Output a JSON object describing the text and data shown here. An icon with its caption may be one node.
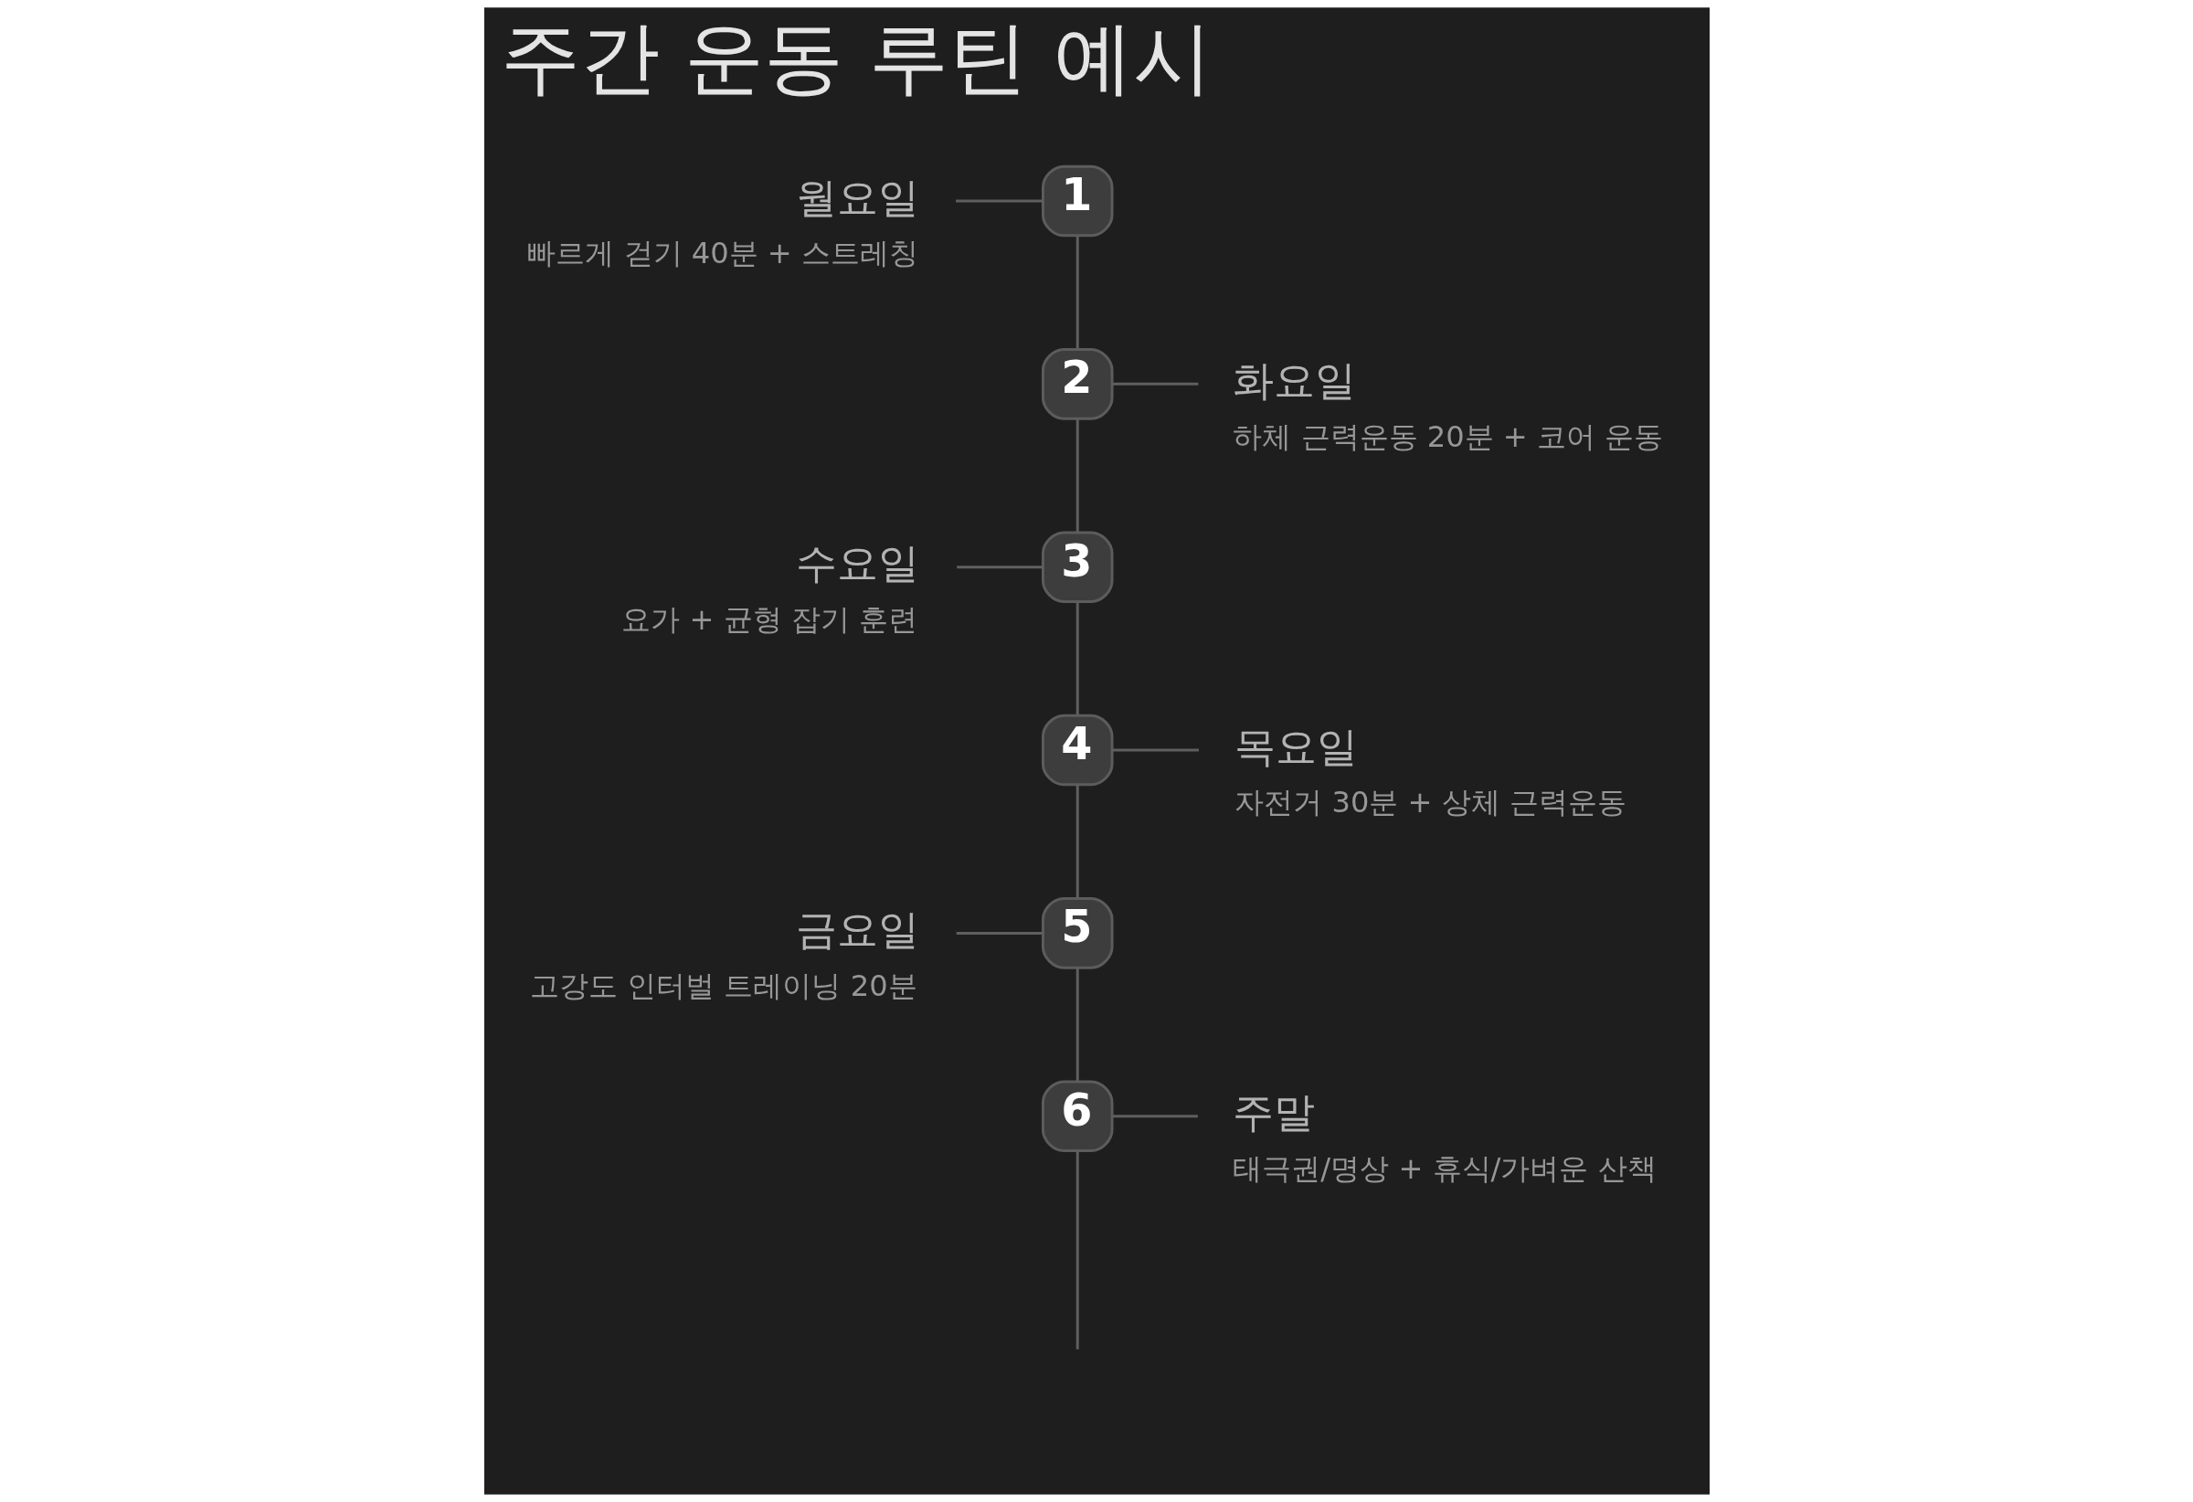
{
  "diagram": {
    "title": "주간 운동 루틴 예시",
    "nodes": [
      {
        "text": [
          "1"
        ]
      },
      {
        "text": [
          "월요일",
          "빠르게 걷기 40분 + 스트레칭"
        ]
      },
      {
        "text": [
          "2"
        ]
      },
      {
        "text": [
          "화요일",
          "하체 근력운동 20분 + 코어 운동"
        ]
      },
      {
        "text": [
          "3"
        ]
      },
      {
        "text": [
          "수요일",
          "요가 + 균형 잡기 훈련"
        ]
      },
      {
        "text": [
          "4"
        ]
      },
      {
        "text": [
          "목요일",
          "자전거 30분 + 상체 근력운동"
        ]
      },
      {
        "text": [
          "5"
        ]
      },
      {
        "text": [
          "금요일",
          "고강도 인터벌 트레이닝 20분"
        ]
      },
      {
        "text": [
          "6"
        ]
      },
      {
        "text": [
          "주말",
          "태극권/명상 + 휴식/가벼운 산책"
        ]
      }
    ],
    "edges": [
      {
        "from": 1,
        "to": 0,
        "arrow": "none"
      },
      {
        "from": 0,
        "to": 2,
        "arrow": "none"
      },
      {
        "from": 2,
        "to": 3,
        "arrow": "none"
      },
      {
        "from": 2,
        "to": 4,
        "arrow": "none"
      },
      {
        "from": 5,
        "to": 4,
        "arrow": "none"
      },
      {
        "from": 4,
        "to": 6,
        "arrow": "none"
      },
      {
        "from": 6,
        "to": 7,
        "arrow": "none"
      },
      {
        "from": 6,
        "to": 8,
        "arrow": "none"
      },
      {
        "from": 9,
        "to": 8,
        "arrow": "none"
      },
      {
        "from": 8,
        "to": 10,
        "arrow": "none"
      },
      {
        "from": 10,
        "to": 11,
        "arrow": "none"
      },
      {
        "from": 10,
        "to": null,
        "arrow": "none"
      }
    ]
  }
}
